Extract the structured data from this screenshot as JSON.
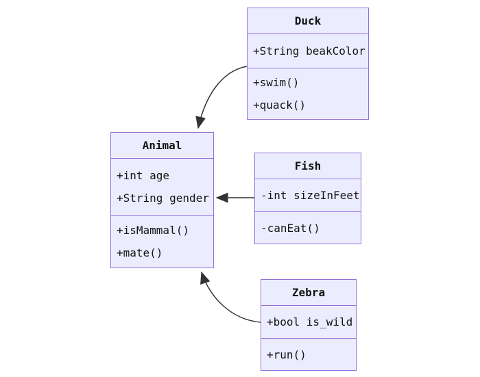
{
  "diagram": {
    "type": "uml-class-diagram",
    "classes": [
      {
        "name": "Duck",
        "attributes": [
          "+String beakColor"
        ],
        "methods": [
          "+swim()",
          "+quack()"
        ]
      },
      {
        "name": "Animal",
        "attributes": [
          "+int age",
          "+String gender"
        ],
        "methods": [
          "+isMammal()",
          "+mate()"
        ]
      },
      {
        "name": "Fish",
        "attributes": [
          "-int sizeInFeet"
        ],
        "methods": [
          "-canEat()"
        ]
      },
      {
        "name": "Zebra",
        "attributes": [
          "+bool is_wild"
        ],
        "methods": [
          "+run()"
        ]
      }
    ],
    "relationships": [
      {
        "from": "Duck",
        "to": "Animal"
      },
      {
        "from": "Fish",
        "to": "Animal"
      },
      {
        "from": "Zebra",
        "to": "Animal"
      }
    ],
    "colors": {
      "box_fill": "#ECECFF",
      "box_border": "#9370DB",
      "arrow": "#333333",
      "text": "#141414"
    }
  }
}
